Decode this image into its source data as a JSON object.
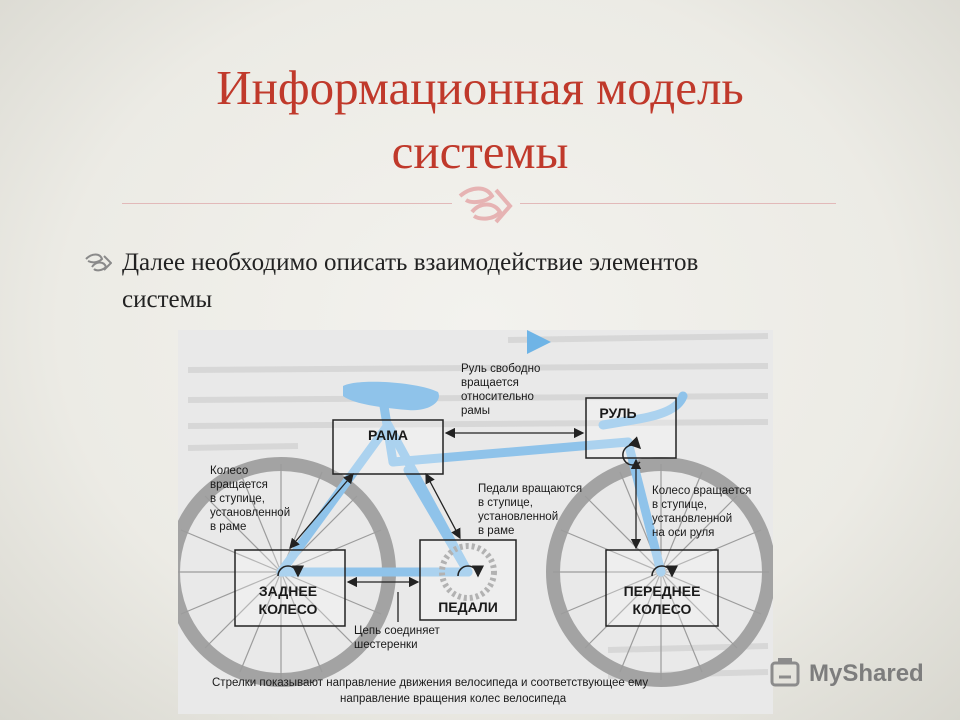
{
  "slide": {
    "title_line1": "Информационная модель",
    "title_line2": "системы",
    "bullet": {
      "line1": "Далее необходимо описать взаимодействие элементов",
      "line2": "системы"
    }
  },
  "diagram": {
    "boxes": {
      "frame": "РАМА",
      "handlebar": "РУЛЬ",
      "rear_wheel_1": "ЗАДНЕЕ",
      "rear_wheel_2": "КОЛЕСО",
      "pedals": "ПЕДАЛИ",
      "front_wheel_1": "ПЕРЕДНЕЕ",
      "front_wheel_2": "КОЛЕСО"
    },
    "notes": {
      "steering": [
        "Руль свободно",
        "вращается",
        "относительно",
        "рамы"
      ],
      "rear_wheel": [
        "Колесо",
        "вращается",
        "в ступице,",
        "установленной",
        "в раме"
      ],
      "pedals": [
        "Педали вращаются",
        "в ступице,",
        "установленной",
        "в раме"
      ],
      "front_wheel": [
        "Колесо вращается",
        "в ступице,",
        "установленной",
        "на оси руля"
      ],
      "chain": [
        "Цепь соединяет",
        "шестеренки"
      ],
      "caption": [
        "Стрелки показывают направление движения велосипеда и соответствующее ему",
        "направление вращения колес велосипеда"
      ]
    }
  },
  "watermark": {
    "text": "MyShared"
  },
  "colors": {
    "title": "#c0392b",
    "bike": "#8fc3ea",
    "wheel": "#9a9a9a"
  }
}
